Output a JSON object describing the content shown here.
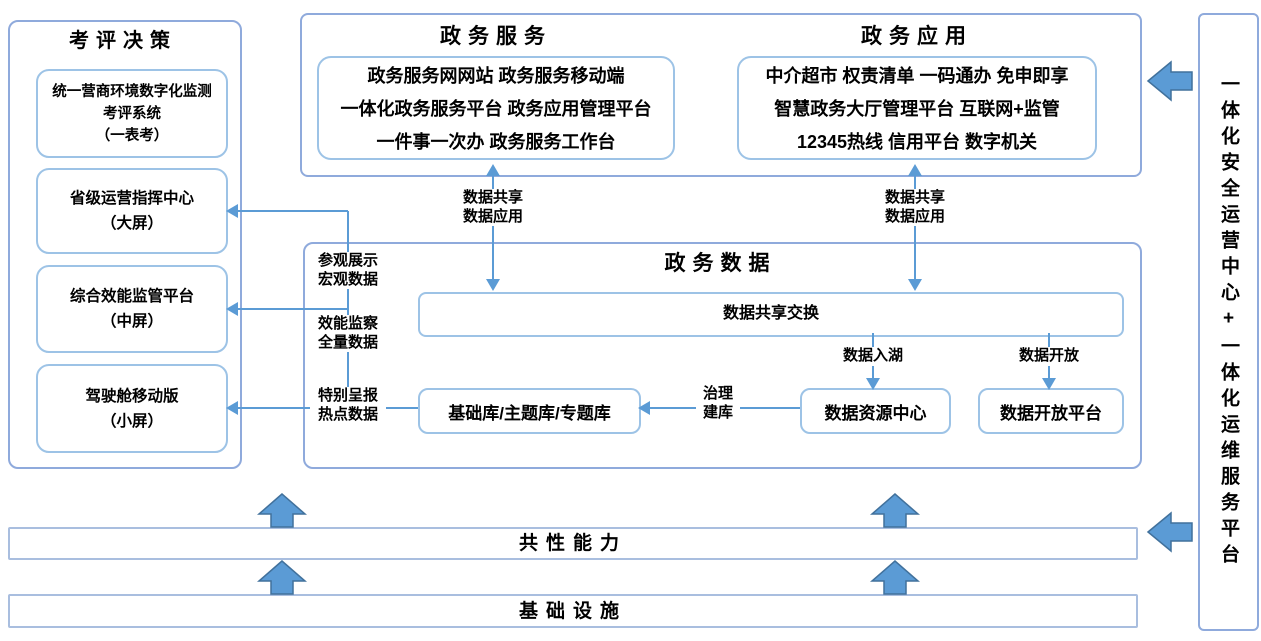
{
  "left_panel": {
    "title": "考评决策",
    "boxes": [
      {
        "lines": [
          "统一营商环境数字化监测",
          "考评系统",
          "（一表考）"
        ]
      },
      {
        "lines": [
          "省级运营指挥中心",
          "（大屏）"
        ]
      },
      {
        "lines": [
          "综合效能监管平台",
          "（中屏）"
        ]
      },
      {
        "lines": [
          "驾驶舱移动版",
          "（小屏）"
        ]
      }
    ]
  },
  "top_panel": {
    "service_title": "政务服务",
    "service_box_lines": [
      "政务服务网网站 政务服务移动端",
      "一体化政务服务平台 政务应用管理平台",
      "一件事一次办 政务服务工作台"
    ],
    "app_title": "政务应用",
    "app_box_lines": [
      "中介超市 权责清单 一码通办 免申即享",
      "智慧政务大厅管理平台 互联网+监管",
      "12345热线 信用平台 数字机关"
    ]
  },
  "data_panel": {
    "title": "政务数据",
    "exchange_bar": "数据共享交换",
    "base_library": "基础库/主题库/专题库",
    "resource_center": "数据资源中心",
    "open_platform": "数据开放平台"
  },
  "connectors": {
    "share_left": {
      "line1": "数据共享",
      "line2": "数据应用"
    },
    "share_right": {
      "line1": "数据共享",
      "line2": "数据应用"
    },
    "visit": {
      "line1": "参观展示",
      "line2": "宏观数据"
    },
    "efficiency": {
      "line1": "效能监察",
      "line2": "全量数据"
    },
    "special": {
      "line1": "特别呈报",
      "line2": "热点数据"
    },
    "data_lake": "数据入湖",
    "data_open": "数据开放",
    "govern": {
      "line1": "治理",
      "line2": "建库"
    }
  },
  "bottom_bars": {
    "capability": "共性能力",
    "infrastructure": "基础设施"
  },
  "right_panel": {
    "text": "一体化安全运营中心+一体化运维服务平台"
  },
  "colors": {
    "connector_blue": "#5B9BD5",
    "thick_arrow_fill": "#5B9BD5",
    "thick_arrow_border": "#41719C",
    "outer_border": "#8FAADC",
    "inner_border": "#9DC3E6",
    "text": "#000000",
    "background": "#FFFFFF"
  }
}
